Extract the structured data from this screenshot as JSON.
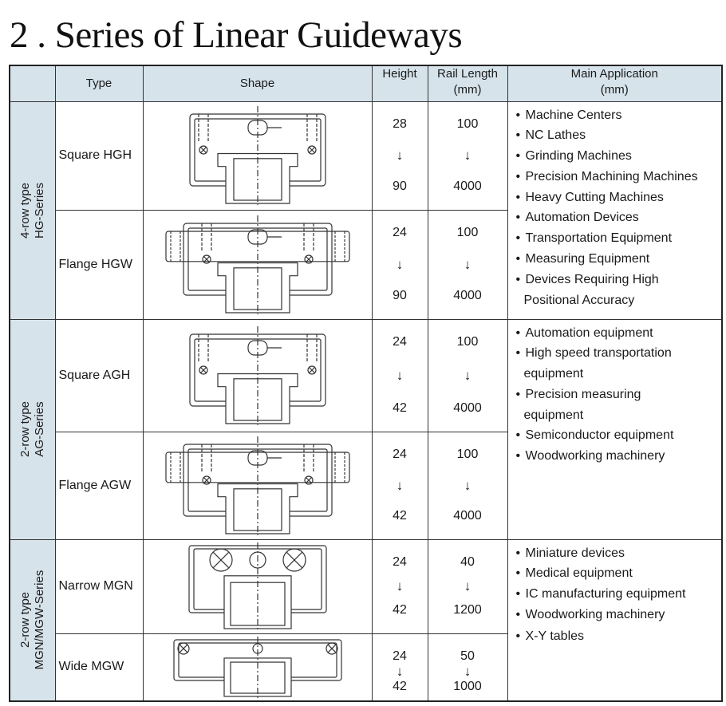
{
  "title": "2 . Series of Linear Guideways",
  "headers": {
    "type": "Type",
    "shape": "Shape",
    "height": "Height",
    "rail_length": "Rail Length",
    "rail_length_unit": "(mm)",
    "main_application": "Main Application",
    "main_application_unit": "(mm)"
  },
  "arrow": "↓",
  "groups": [
    {
      "series_line1": "4-row type",
      "series_line2": "HG-Series",
      "rows": [
        {
          "type": "Square HGH",
          "height_min": "28",
          "height_max": "90",
          "rail_min": "100",
          "rail_max": "4000",
          "shape_icon": "square-block-drawing-icon"
        },
        {
          "type": "Flange HGW",
          "height_min": "24",
          "height_max": "90",
          "rail_min": "100",
          "rail_max": "4000",
          "shape_icon": "flange-block-drawing-icon"
        }
      ],
      "applications": [
        {
          "text": "Machine Centers"
        },
        {
          "text": "NC Lathes"
        },
        {
          "text": "Grinding Machines"
        },
        {
          "text": "Precision Machining Machines"
        },
        {
          "text": "Heavy Cutting Machines"
        },
        {
          "text": "Automation Devices"
        },
        {
          "text": "Transportation Equipment"
        },
        {
          "text": "Measuring Equipment"
        },
        {
          "text": "Devices Requiring High",
          "cont": "Positional Accuracy"
        }
      ]
    },
    {
      "series_line1": "2-row type",
      "series_line2": "AG-Series",
      "rows": [
        {
          "type": "Square AGH",
          "height_min": "24",
          "height_max": "42",
          "rail_min": "100",
          "rail_max": "4000",
          "shape_icon": "square-block-drawing-icon"
        },
        {
          "type": "Flange AGW",
          "height_min": "24",
          "height_max": "42",
          "rail_min": "100",
          "rail_max": "4000",
          "shape_icon": "flange-block-drawing-icon"
        }
      ],
      "applications": [
        {
          "text": "Automation equipment"
        },
        {
          "text": "High speed transportation",
          "cont": "equipment"
        },
        {
          "text": "Precision measuring",
          "cont": "equipment"
        },
        {
          "text": "Semiconductor equipment"
        },
        {
          "text": "Woodworking machinery"
        }
      ]
    },
    {
      "series_line1": "2-row type",
      "series_line2": "MGN/MGW-Series",
      "rows": [
        {
          "type": "Narrow MGN",
          "height_min": "24",
          "height_max": "42",
          "rail_min": "40",
          "rail_max": "1200",
          "shape_icon": "narrow-block-drawing-icon"
        },
        {
          "type": "Wide MGW",
          "height_min": "24",
          "height_max": "42",
          "rail_min": "50",
          "rail_max": "1000",
          "shape_icon": "wide-block-drawing-icon"
        }
      ],
      "applications": [
        {
          "text": "Miniature devices"
        },
        {
          "text": "Medical equipment"
        },
        {
          "text": "IC manufacturing equipment"
        },
        {
          "text": "Woodworking machinery"
        },
        {
          "text": "X-Y tables"
        }
      ]
    }
  ]
}
